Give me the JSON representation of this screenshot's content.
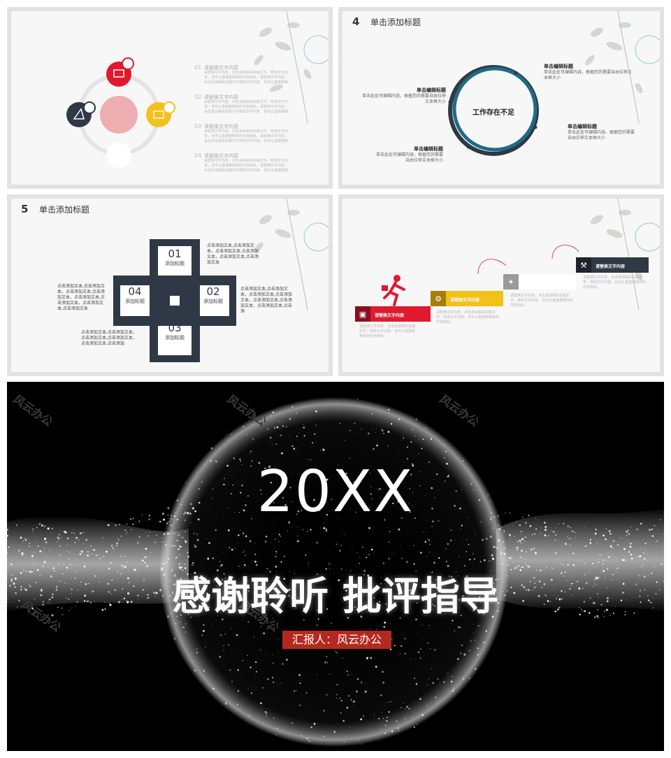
{
  "slide1": {
    "items": [
      {
        "idx": "01",
        "title": "请替换文字内容",
        "desc": "请替换文字内容，点击添加相关标题文字，修改文字内容，也可以直接复制你的内容到此。请替换文字内容，点击添加相关标题文字修改文字内容，也可以直接复制你的内容到此。"
      },
      {
        "idx": "02",
        "title": "请替换文字内容",
        "desc": "请替换文字内容，点击添加相关标题文字，修改文字内容，也可以直接复制你的内容到此。请替换文字内容，点击添加相关标题文字修改文字内容，也可以直接复制你的内容到此。"
      },
      {
        "idx": "03",
        "title": "请替换文字内容",
        "desc": "请替换文字内容，点击添加相关标题文字，修改文字内容，也可以直接复制你的内容到此。请替换文字内容，点击添加相关标题文字修改文字内容，也可以直接复制你的内容到此。"
      },
      {
        "idx": "04",
        "title": "请替换文字内容",
        "desc": "请替换文字内容，点击添加相关标题文字，修改文字内容，也可以直接复制你的内容到此。请替换文字内容，点击添加相关标题文字修改文字内容，也可以直接复制你的内容到此。"
      }
    ]
  },
  "slide2": {
    "num": "4",
    "title": "单击添加标题",
    "center": "工作存在不足",
    "callouts": [
      {
        "title": "单击编辑标题",
        "desc": "单击此处可编辑内容，根据您的需要自由拉伸文本框大小"
      },
      {
        "title": "单击编辑标题",
        "desc": "单击此处可编辑内容，根据您的需要自由拉伸文本框大小"
      },
      {
        "title": "单击编辑标题",
        "desc": "单击此处可编辑内容，根据您的需要自由拉伸文本框大小"
      },
      {
        "title": "单击编辑标题",
        "desc": "单击此处可编辑内容，根据您的需要自由拉伸文本框大小"
      }
    ]
  },
  "slide3": {
    "num": "5",
    "title": "单击添加标题",
    "nodes": [
      {
        "n": "01",
        "label": "添加标题"
      },
      {
        "n": "02",
        "label": "添加标题"
      },
      {
        "n": "03",
        "label": "添加标题"
      },
      {
        "n": "04",
        "label": "添加标题"
      }
    ],
    "text_top": "点击添加文本,点击添加文本，点击添加文本,点击添加文本，点击添加文本,点击添加文本",
    "text_right": "点击添加文本,点击添加文本，点击添加文本,点击添加文本，点击添加文本,点击添加文本，点击添加文本,点击添",
    "text_left": "点击添加文本,点击添加文本，点击添加文本,点击添加文本，点击添加文本,点击添加文本，点击添加文本,点击添加文本",
    "text_bottom": "点击添加文本,点击添加文本，点击添加文本,点击添加文本，点击添加文本,点击添加"
  },
  "slide4": {
    "steps": [
      {
        "label": "请替换文字内容",
        "color": "#e0192f"
      },
      {
        "label": "请替换文字内容",
        "color": "#f4c01a"
      },
      {
        "label": "",
        "color": "#9a9a9a"
      },
      {
        "label": "请替换文字内容",
        "color": "#2f3845"
      }
    ],
    "desc": "请替换文字内容，点击添加相关标题文字，修改文字内容，也可以直接复制你的内容到此。"
  },
  "slide5": {
    "year": "20XX",
    "thanks": "感谢聆听 批评指导",
    "reporter": "汇报人：风云办公",
    "watermark": "风云办公"
  }
}
